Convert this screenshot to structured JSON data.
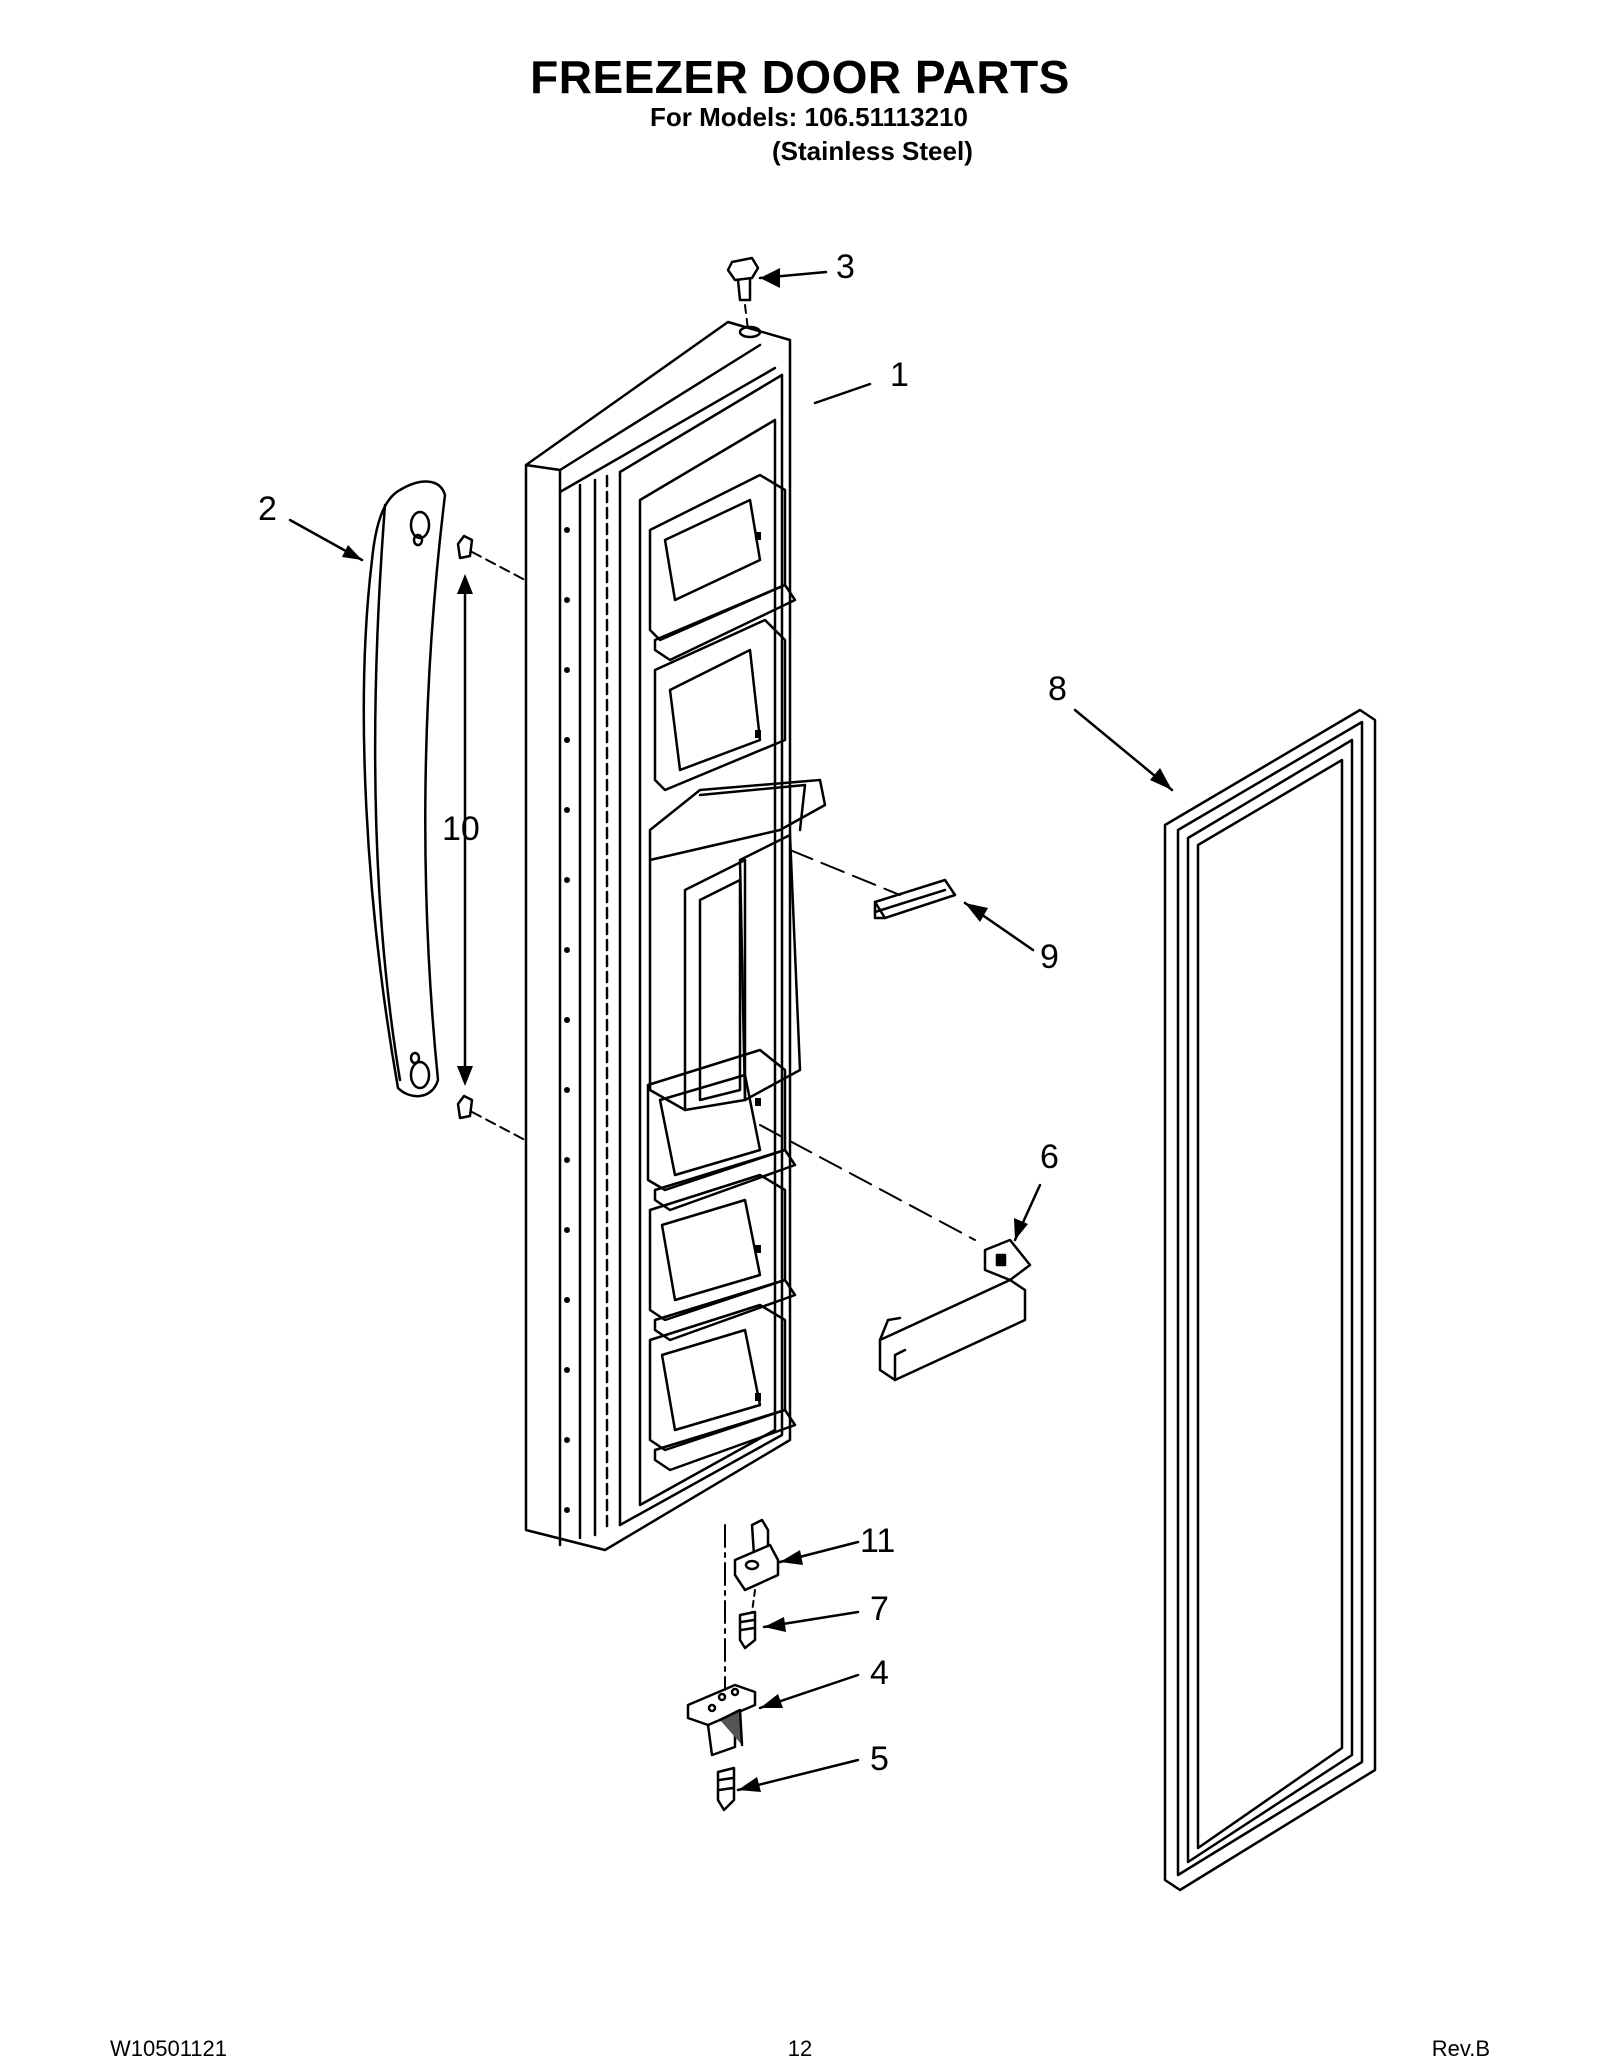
{
  "header": {
    "title": "FREEZER DOOR PARTS",
    "models_line": "For Models: 106.51113210",
    "finish_line": "(Stainless Steel)"
  },
  "callouts": [
    "1",
    "2",
    "3",
    "4",
    "5",
    "6",
    "7",
    "8",
    "9",
    "10",
    "11"
  ],
  "footer": {
    "doc_number": "W10501121",
    "page_number": "12",
    "revision": "Rev.B"
  }
}
